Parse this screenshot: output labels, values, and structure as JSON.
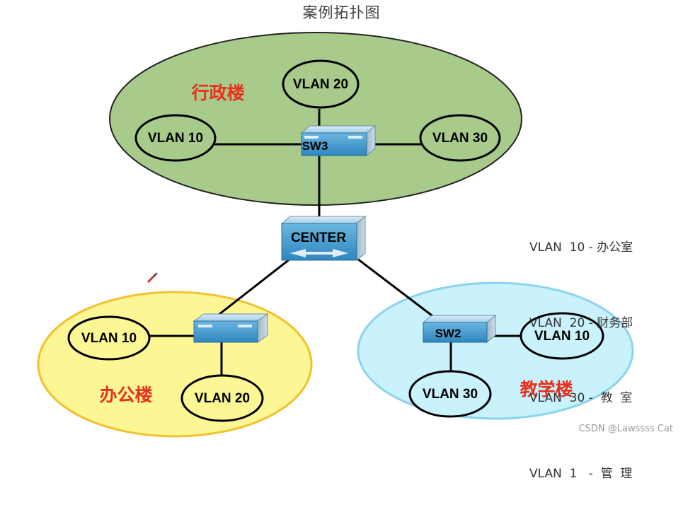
{
  "title": "案例拓扑图",
  "colors": {
    "admin_zone": "#a8cb8c",
    "office_zone": "#fdf695",
    "teach_zone": "#c9f2fc",
    "label_red": "#e8301c",
    "switch_blue": "#4da2d0",
    "line": "#000000"
  },
  "zones": {
    "admin": {
      "label": "行政楼"
    },
    "office": {
      "label": "办公楼"
    },
    "teach": {
      "label": "教学楼"
    }
  },
  "switches": {
    "center": {
      "label": "CENTER"
    },
    "sw3": {
      "label": "SW3"
    },
    "sw1": {
      "label": ""
    },
    "sw2": {
      "label": "SW2"
    }
  },
  "vlans": {
    "admin_10": "VLAN 10",
    "admin_20": "VLAN 20",
    "admin_30": "VLAN 30",
    "office_10": "VLAN 10",
    "office_20": "VLAN 20",
    "teach_10": "VLAN 10",
    "teach_30": "VLAN 30"
  },
  "legend": [
    "VLAN  10 - 办公室",
    "VLAN  20 - 财务部",
    "VLAN  30 -  教  室",
    "VLAN  1   -  管  理"
  ],
  "watermark": "CSDN @Lawssss Cat"
}
